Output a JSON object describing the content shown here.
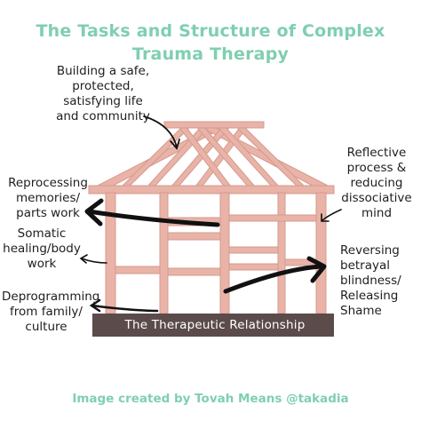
{
  "title": {
    "line1": "The Tasks and Structure of Complex",
    "line2": "Trauma Therapy"
  },
  "labels": {
    "top": [
      "Building a safe,",
      "protected,",
      "satisfying life",
      "and community"
    ],
    "reprocessing": [
      "Reprocessing",
      "memories/",
      "parts work"
    ],
    "somatic": [
      "Somatic",
      "healing/body",
      "work"
    ],
    "deprogramming": [
      "Deprogramming",
      "from family/",
      "culture"
    ],
    "reflective": [
      "Reflective",
      "process &",
      "reducing",
      "dissociative",
      "mind"
    ],
    "reversing": [
      "Reversing",
      "betrayal",
      "blindness/",
      "Releasing",
      "Shame"
    ]
  },
  "foundation": "The Therapeutic Relationship",
  "credit": "Image created by Tovah Means @takadia",
  "colors": {
    "title": "#7fcfb0",
    "frame": "#e9b3a8",
    "frame_stroke": "#d49b8f",
    "foundation": "#5b4b4b",
    "text": "#1e1e1e"
  }
}
